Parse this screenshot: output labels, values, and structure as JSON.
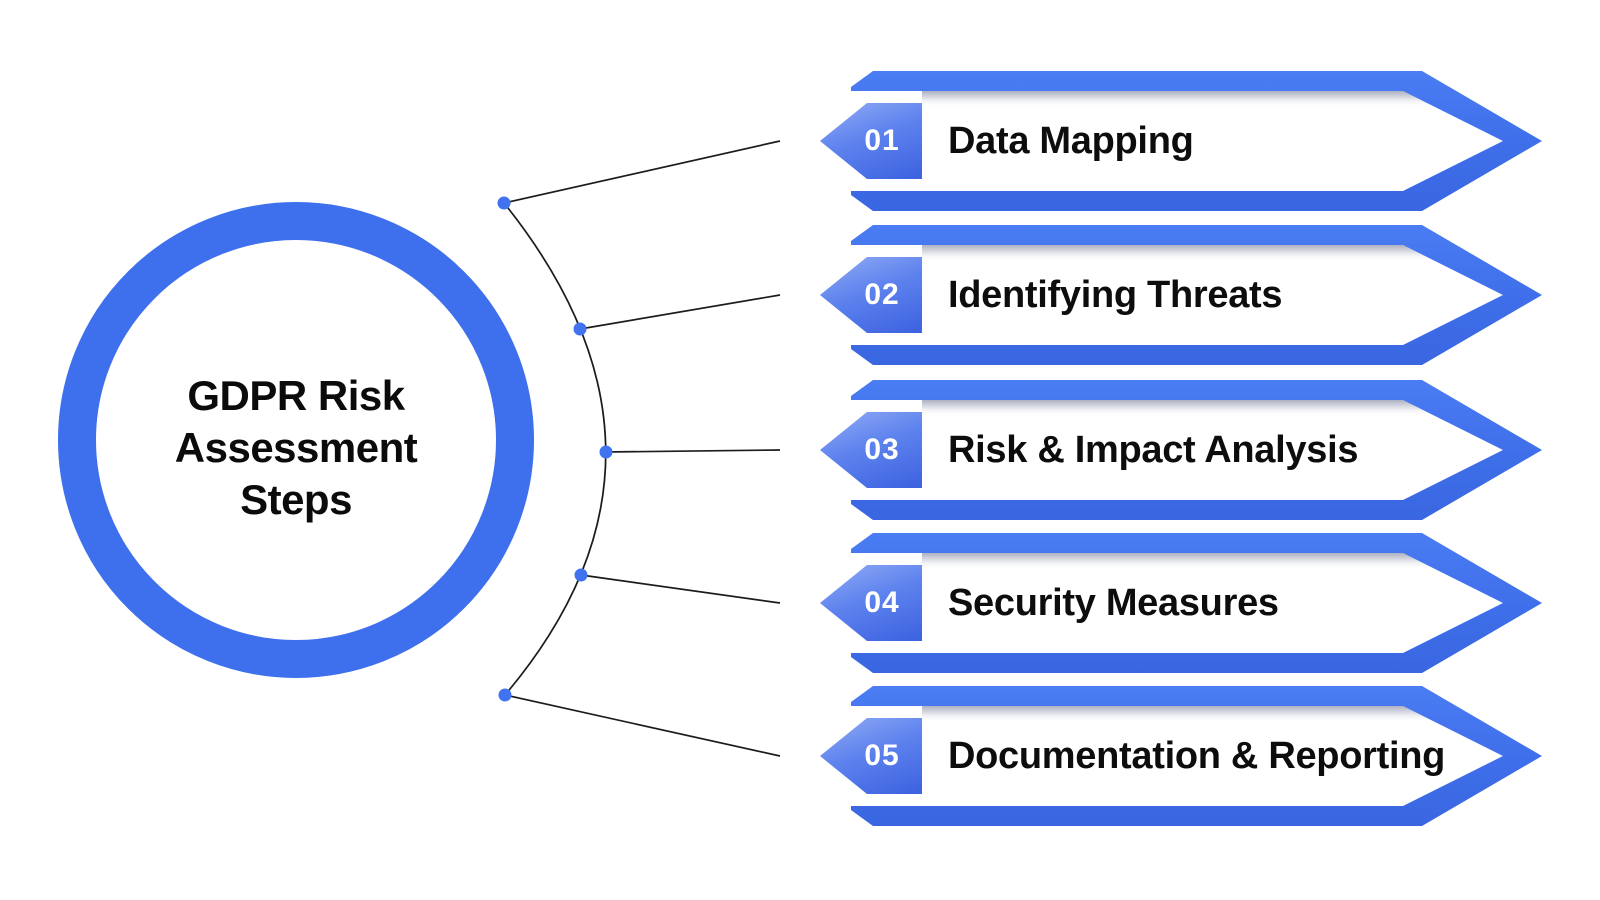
{
  "diagram": {
    "center": {
      "line1": "GDPR Risk",
      "line2": "Assessment",
      "line3": "Steps"
    },
    "steps": [
      {
        "number": "01",
        "label": "Data Mapping"
      },
      {
        "number": "02",
        "label": "Identifying Threats"
      },
      {
        "number": "03",
        "label": "Risk & Impact Analysis"
      },
      {
        "number": "04",
        "label": "Security Measures"
      },
      {
        "number": "05",
        "label": "Documentation & Reporting"
      }
    ],
    "colors": {
      "ring_blue": "#3E70EE",
      "banner_blue": "#3E6EE9",
      "badge_gradient_light": "#8AA5F4",
      "badge_gradient_dark": "#3F64E1",
      "dot_blue": "#4173F0",
      "connector_black": "#1c1c1c",
      "text_black": "#0d0d0d",
      "background": "#ffffff"
    }
  }
}
